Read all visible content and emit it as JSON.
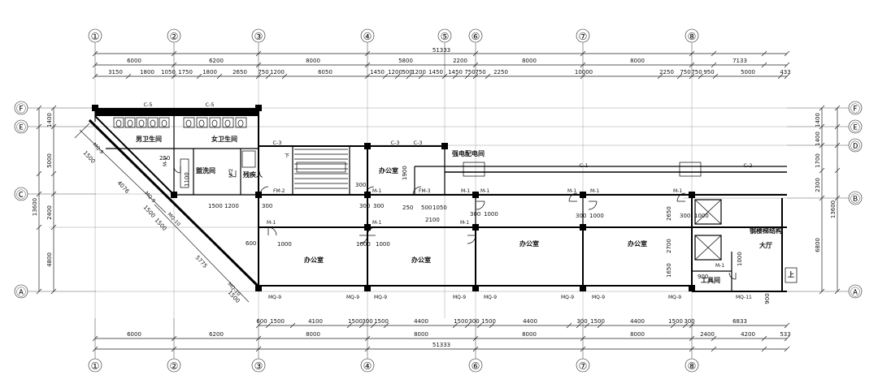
{
  "axes": {
    "columns": [
      "①",
      "②",
      "③",
      "④",
      "⑤",
      "⑥",
      "⑦",
      "⑧"
    ],
    "rows_left": [
      "Ⓕ",
      "Ⓔ",
      "Ⓒ",
      "Ⓐ"
    ],
    "rows_right": [
      "Ⓕ",
      "Ⓔ",
      "Ⓓ",
      "Ⓑ",
      "Ⓐ"
    ]
  },
  "dimensions": {
    "total": "51333",
    "top_row1": [
      "6000",
      "6200",
      "8000",
      "5800",
      "2200",
      "8000",
      "8000",
      "7133"
    ],
    "top_row2": [
      "3150",
      "1800",
      "1050",
      "1750",
      "1800",
      "2650",
      "750",
      "1200",
      "6050",
      "1450",
      "1200",
      "500",
      "1200",
      "1450",
      "1450",
      "750",
      "750",
      "2250",
      "10000",
      "2250",
      "750",
      "750",
      "950",
      "5000",
      "433"
    ],
    "bottom_row1": [
      "600",
      "1500",
      "4100",
      "1500",
      "300",
      "1500",
      "4400",
      "1500",
      "300",
      "1500",
      "4400",
      "300",
      "1500",
      "4400",
      "1500",
      "300",
      "6833"
    ],
    "bottom_row2": [
      "6000",
      "6200",
      "8000",
      "8000",
      "8000",
      "8000",
      "2400",
      "4200",
      "533"
    ],
    "left_outer": [
      "13600"
    ],
    "left_inner": [
      "1400",
      "5000",
      "2400",
      "4800"
    ],
    "right_outer": [
      "13600"
    ],
    "right_inner": [
      "1400",
      "1400",
      "1700",
      "2300",
      "6800",
      "900"
    ],
    "misc": [
      "300",
      "300",
      "300",
      "300",
      "300",
      "300",
      "900",
      "2100",
      "250",
      "500",
      "1050",
      "600",
      "1900",
      "1200",
      "250",
      "300",
      "1000",
      "1500",
      "1100",
      "1000",
      "1000",
      "1000",
      "1000",
      "1000",
      "2650",
      "2700",
      "1650",
      "1000"
    ],
    "diagonal": [
      "1500",
      "4076",
      "1500",
      "1500",
      "5775",
      "1500"
    ]
  },
  "rooms": {
    "men_wc": "男卫生间",
    "women_wc": "女卫生间",
    "wash": "盥洗间",
    "disabled": "残疾人",
    "office": "办公室",
    "elec": "强电配电间",
    "steel": "钢楼梯结构",
    "hall": "大厅",
    "tools": "工具间",
    "stair_down": "下"
  },
  "doors": {
    "m1": "M-1",
    "m2": "M-2",
    "fm2": "FM-2",
    "fm3": "FM-3",
    "mq9": "MQ-9",
    "mq10": "MQ-10",
    "mq11": "MQ-11",
    "c1": "C-1",
    "c2": "C-2",
    "c3": "C-3",
    "c5": "C-5",
    "up": "上"
  }
}
